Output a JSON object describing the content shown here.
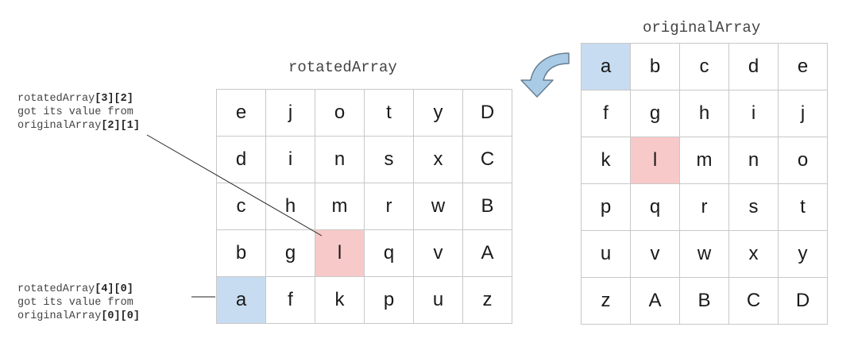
{
  "originalArray": {
    "title": "originalArray",
    "rows": [
      [
        "a",
        "b",
        "c",
        "d",
        "e"
      ],
      [
        "f",
        "g",
        "h",
        "i",
        "j"
      ],
      [
        "k",
        "l",
        "m",
        "n",
        "o"
      ],
      [
        "p",
        "q",
        "r",
        "s",
        "t"
      ],
      [
        "u",
        "v",
        "w",
        "x",
        "y"
      ],
      [
        "z",
        "A",
        "B",
        "C",
        "D"
      ]
    ],
    "highlights": {
      "blue": [
        [
          0,
          0
        ]
      ],
      "pink": [
        [
          2,
          1
        ]
      ]
    }
  },
  "rotatedArray": {
    "title": "rotatedArray",
    "rows": [
      [
        "e",
        "j",
        "o",
        "t",
        "y",
        "D"
      ],
      [
        "d",
        "i",
        "n",
        "s",
        "x",
        "C"
      ],
      [
        "c",
        "h",
        "m",
        "r",
        "w",
        "B"
      ],
      [
        "b",
        "g",
        "l",
        "q",
        "v",
        "A"
      ],
      [
        "a",
        "f",
        "k",
        "p",
        "u",
        "z"
      ]
    ],
    "highlights": {
      "blue": [
        [
          4,
          0
        ]
      ],
      "pink": [
        [
          3,
          2
        ]
      ]
    }
  },
  "annotations": [
    {
      "line1_prefix": "rotatedArray",
      "line1_index": "[3][2]",
      "line2": "got its value from",
      "line3_prefix": "originalArray",
      "line3_index": "[2][1]"
    },
    {
      "line1_prefix": "rotatedArray",
      "line1_index": "[4][0]",
      "line2": "got its value from",
      "line3_prefix": "originalArray",
      "line3_index": "[0][0]"
    }
  ],
  "colors": {
    "blue_highlight": "#c7dcf0",
    "pink_highlight": "#f8c9c9",
    "arrow_fill": "#a9cbe6",
    "arrow_stroke": "#6a7f91",
    "grid_line": "#c8c8c8"
  },
  "icons": {
    "rotate_arrow": "curved-arrow-icon"
  }
}
